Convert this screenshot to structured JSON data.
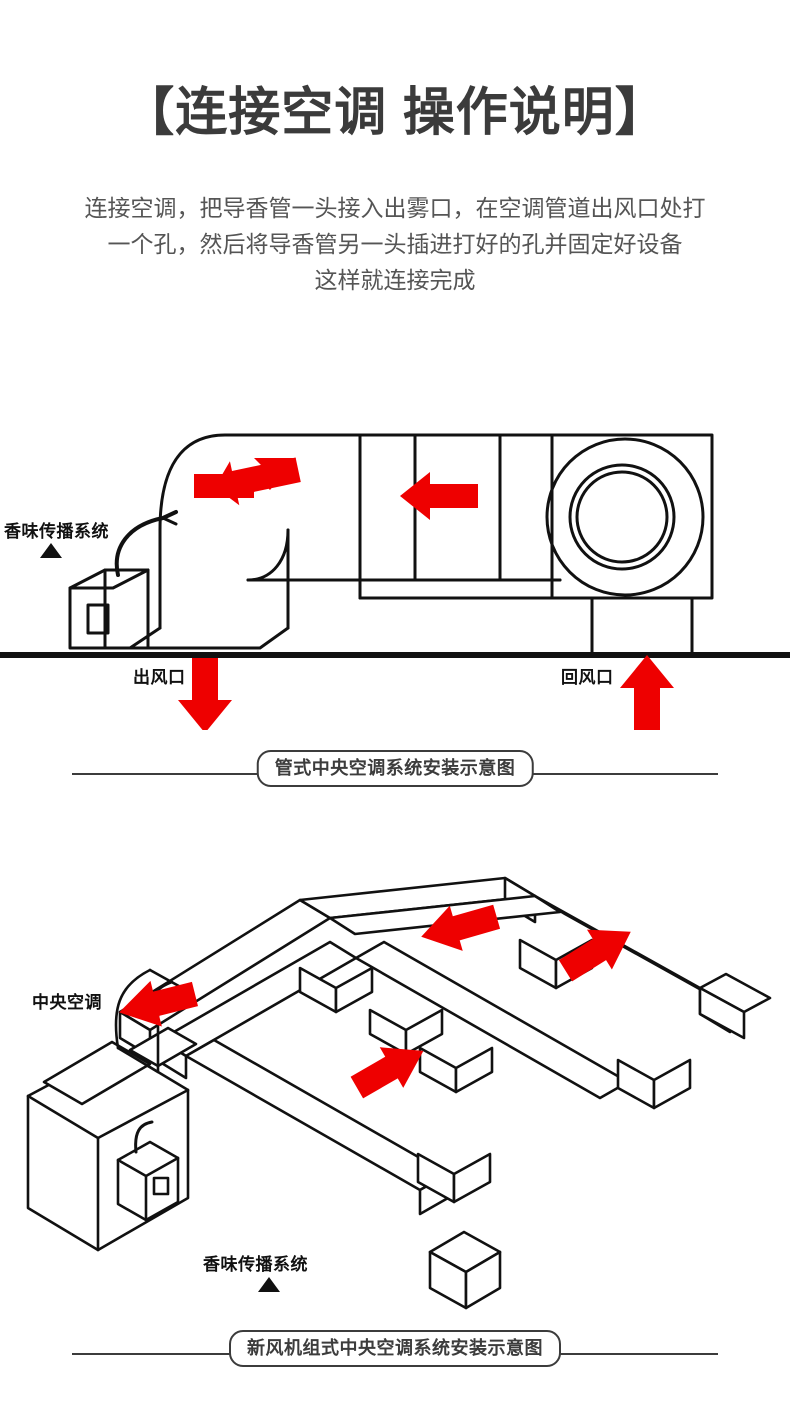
{
  "header": {
    "title": "【连接空调 操作说明】",
    "description_lines": [
      "连接空调，把导香管一头接入出雾口，在空调管道出风口处打",
      "一个孔，然后将导香管另一头插进打好的孔并固定好设备",
      "这样就连接完成"
    ]
  },
  "colors": {
    "arrow_red": "#ee0000",
    "line_black": "#111111",
    "title_gray": "#3b3b3b",
    "body_gray": "#555555",
    "caption_gray": "#3c3c3c"
  },
  "diagrams": [
    {
      "id": "duct-type-ac",
      "labels": {
        "scent_system": "香味传播系统",
        "supply_air": "出风口",
        "return_air": "回风口"
      },
      "caption": "管式中央空调系统安装示意图",
      "arrows": [
        {
          "name": "duct-flow-arrow",
          "direction": "down-left",
          "color": "#ee0000"
        },
        {
          "name": "coil-flow-arrow",
          "direction": "left",
          "color": "#ee0000"
        },
        {
          "name": "supply-air-arrow",
          "direction": "down",
          "color": "#ee0000"
        },
        {
          "name": "return-air-arrow",
          "direction": "up",
          "color": "#ee0000"
        }
      ]
    },
    {
      "id": "ahu-type-ac",
      "labels": {
        "central_ac": "中央空调",
        "scent_system": "香味传播系统"
      },
      "caption": "新风机组式中央空调系统安装示意图",
      "arrows": [
        {
          "name": "duct-flow-arrow-left",
          "direction": "up-right",
          "color": "#ee0000"
        },
        {
          "name": "duct-flow-arrow-top",
          "direction": "up-right",
          "color": "#ee0000"
        },
        {
          "name": "duct-flow-arrow-right",
          "direction": "down-right",
          "color": "#ee0000"
        },
        {
          "name": "duct-flow-arrow-center",
          "direction": "down-right",
          "color": "#ee0000"
        }
      ]
    }
  ]
}
